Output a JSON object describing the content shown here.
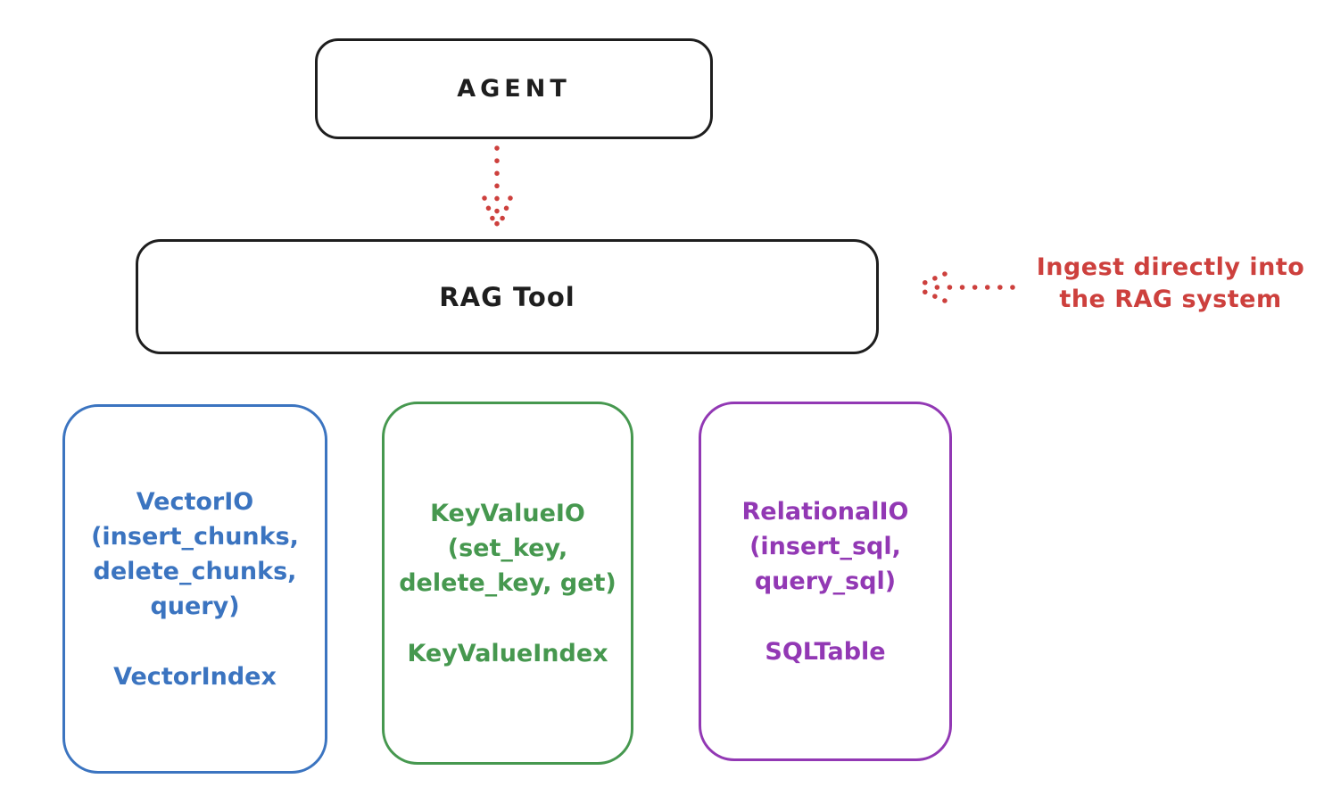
{
  "agent": {
    "label": "AGENT"
  },
  "rag_tool": {
    "label": "RAG Tool"
  },
  "annotation": {
    "line1": "Ingest directly into",
    "line2": "the RAG system"
  },
  "components": [
    {
      "name": "VectorIO",
      "lines": [
        "VectorIO",
        "(insert_chunks,",
        "delete_chunks,",
        "query)"
      ],
      "index_label": "VectorIndex",
      "color": "#3b74c0"
    },
    {
      "name": "KeyValueIO",
      "lines": [
        "KeyValueIO",
        "(set_key,",
        "delete_key, get)"
      ],
      "index_label": "KeyValueIndex",
      "color": "#46984f"
    },
    {
      "name": "RelationalIO",
      "lines": [
        "RelationalIO",
        "(insert_sql,",
        "query_sql)"
      ],
      "index_label": "SQLTable",
      "color": "#9238b4"
    }
  ],
  "colors": {
    "ink": "#1e1e1e",
    "red": "#cd403d",
    "blue": "#3b74c0",
    "green": "#46984f",
    "purple": "#9238b4",
    "background": "#ffffff"
  }
}
